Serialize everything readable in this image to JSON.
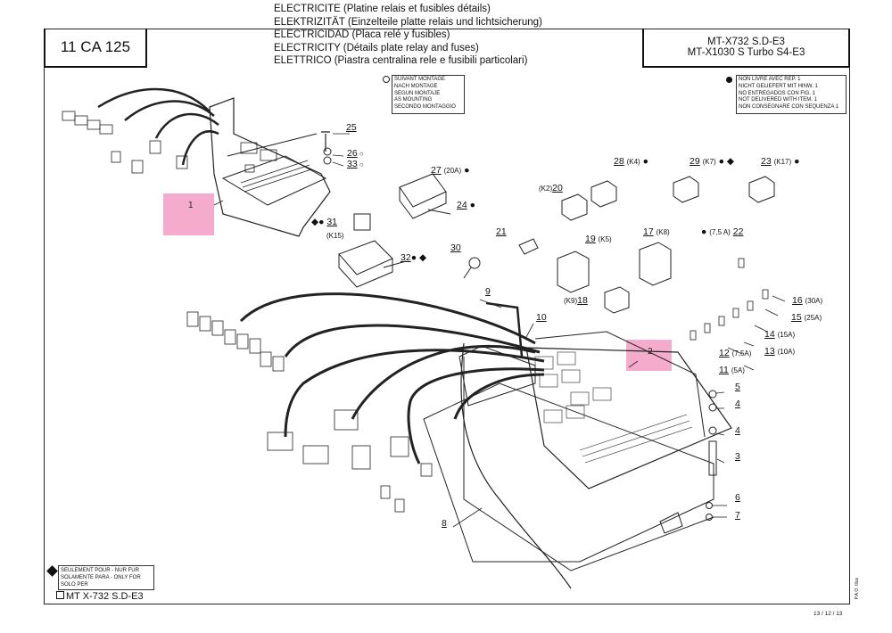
{
  "header": {
    "titles": [
      "ELECTRICITE (Platine relais et fusibles détails)",
      "ELEKTRIZITÄT (Einzelteile platte relais und lichtsicherung)",
      "ELECTRICIDAD (Placa relé y fusibles)",
      "ELECTRICITY (Détails plate relay and fuses)",
      "ELETTRICO (Piastra centralina rele e fusibili particolari)"
    ],
    "code": "11 CA 125",
    "models": [
      "MT-X732 S.D-E3",
      "MT-X1030 S Turbo S4-E3"
    ]
  },
  "notes": {
    "mounting": [
      "SUIVANT MONTAGE",
      "NACH MONTAGE",
      "SEGUN MONTAJE",
      "AS MOUNTING",
      "SECONDO MONTAGGIO"
    ],
    "not_delivered": [
      "NON LIVRE AVEC REP. 1",
      "NICHT GELIEFERT MIT HINW. 1",
      "NO ENTREGADOS CON FIG. 1",
      "NOT DELIVERED WITH ITEM. 1",
      "NON CONSEGNARE CON SEQUENZA 1"
    ],
    "only_for": [
      "SEULEMENT POUR - NUR FUR",
      "SOLAMENTE PARA - ONLY FOR",
      "SOLO PER"
    ],
    "model_only": "MT X-732 S.D-E3"
  },
  "callouts": {
    "c1": "1",
    "c2": "2",
    "c3": "3",
    "c4a": "4",
    "c4b": "4",
    "c5": "5",
    "c6": "6",
    "c7": "7",
    "c8": "8",
    "c9": "9",
    "c10": "10",
    "c11": "11",
    "c11s": "(5A)",
    "c12": "12",
    "c12s": "(7,5A)",
    "c13": "13",
    "c13s": "(10A)",
    "c14": "14",
    "c14s": "(15A)",
    "c15": "15",
    "c15s": "(25A)",
    "c16": "16",
    "c16s": "(30A)",
    "c17": "17",
    "c17s": "(K8)",
    "c18": "18",
    "c18s": "(K9)",
    "c19": "19",
    "c19s": "(K5)",
    "c20": "20",
    "c20s": "(K2)",
    "c21": "21",
    "c22": "22",
    "c22s": "(7,5 A)",
    "c23": "23",
    "c23s": "(K17)",
    "c24": "24",
    "c25": "25",
    "c26": "26",
    "c27": "27",
    "c27s": "(20A)",
    "c28": "28",
    "c28s": "(K4)",
    "c29": "29",
    "c29s": "(K7)",
    "c30": "30",
    "c31": "31",
    "c31s": "(K15)",
    "c32": "32",
    "c33": "33"
  },
  "footer": {
    "date": "13 / 12 / 13",
    "pao": "P.A.O. Illus"
  },
  "colors": {
    "highlight": "#ec66a0",
    "line": "#222222"
  }
}
